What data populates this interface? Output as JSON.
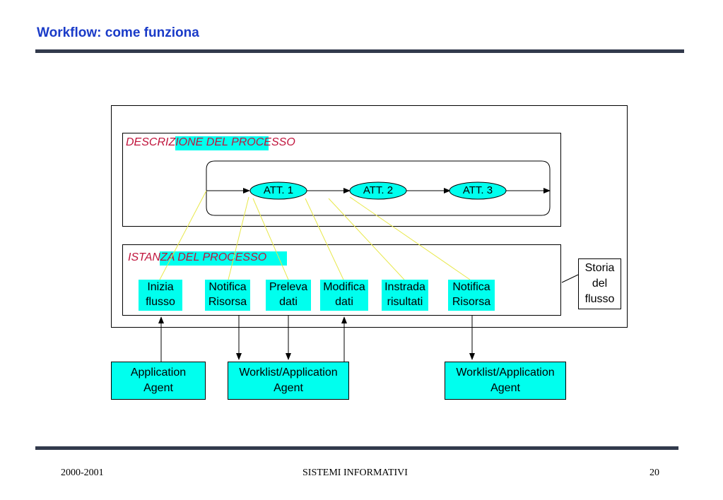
{
  "slide": {
    "title": "Workflow: come funziona"
  },
  "process_description": {
    "label": "DESCRIZIONE DEL PROCESSO",
    "activities": [
      "ATT. 1",
      "ATT. 2",
      "ATT. 3"
    ]
  },
  "process_instance": {
    "label": "ISTANZA DEL PROCESSO",
    "steps": [
      {
        "line1": "Inizia",
        "line2": "flusso"
      },
      {
        "line1": "Notifica",
        "line2": "Risorsa"
      },
      {
        "line1": "Preleva",
        "line2": "dati"
      },
      {
        "line1": "Modifica",
        "line2": "dati"
      },
      {
        "line1": "Instrada",
        "line2": "risultati"
      },
      {
        "line1": "Notifica",
        "line2": "Risorsa"
      }
    ]
  },
  "history": {
    "line1": "Storia",
    "line2": "del",
    "line3": "flusso"
  },
  "agents": [
    {
      "line1": "Application",
      "line2": "Agent"
    },
    {
      "line1": "Worklist/Application",
      "line2": "Agent"
    },
    {
      "line1": "Worklist/Application",
      "line2": "Agent"
    }
  ],
  "footer": {
    "left": "2000-2001",
    "center": "SISTEMI INFORMATIVI",
    "right": "20"
  },
  "colors": {
    "title": "#1a3bc8",
    "highlight": "#00ffee",
    "section_label": "#c0143c",
    "connector": "#e8e84a",
    "rule": "#323a4c"
  }
}
